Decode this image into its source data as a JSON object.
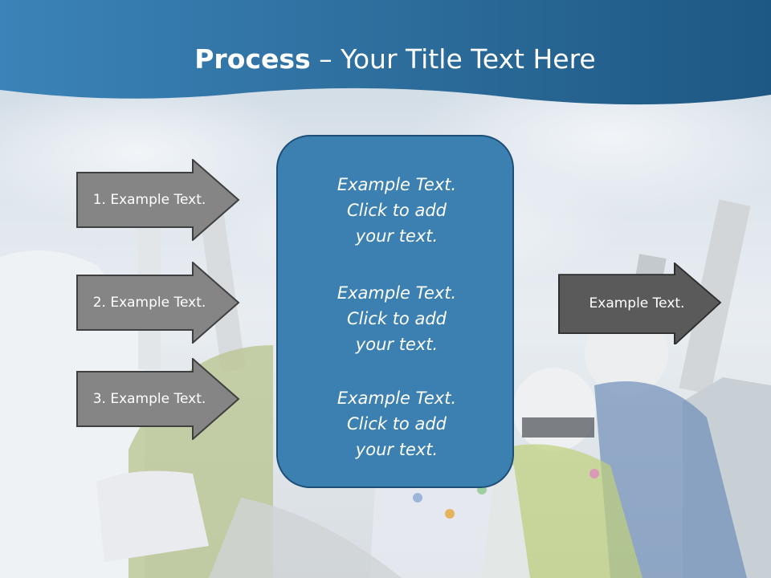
{
  "slide": {
    "title_bold": "Process",
    "title_rest": " – Your Title Text Here",
    "left_arrows": [
      {
        "label": "1. Example Text."
      },
      {
        "label": "2. Example Text."
      },
      {
        "label": "3. Example Text."
      }
    ],
    "center_blocks": [
      {
        "line1": "Example Text.",
        "line2": "Click  to add",
        "line3": "your text."
      },
      {
        "line1": "Example Text.",
        "line2": "Click  to add",
        "line3": "your text."
      },
      {
        "line1": "Example Text.",
        "line2": "Click  to add",
        "line3": "your text."
      }
    ],
    "right_arrow": {
      "label": "Example Text."
    }
  },
  "colors": {
    "header_blue": "#2f6f9f",
    "arrow_gray": "#858585",
    "arrow_dark": "#5a5a5a",
    "box_blue": "#3c80b1"
  }
}
